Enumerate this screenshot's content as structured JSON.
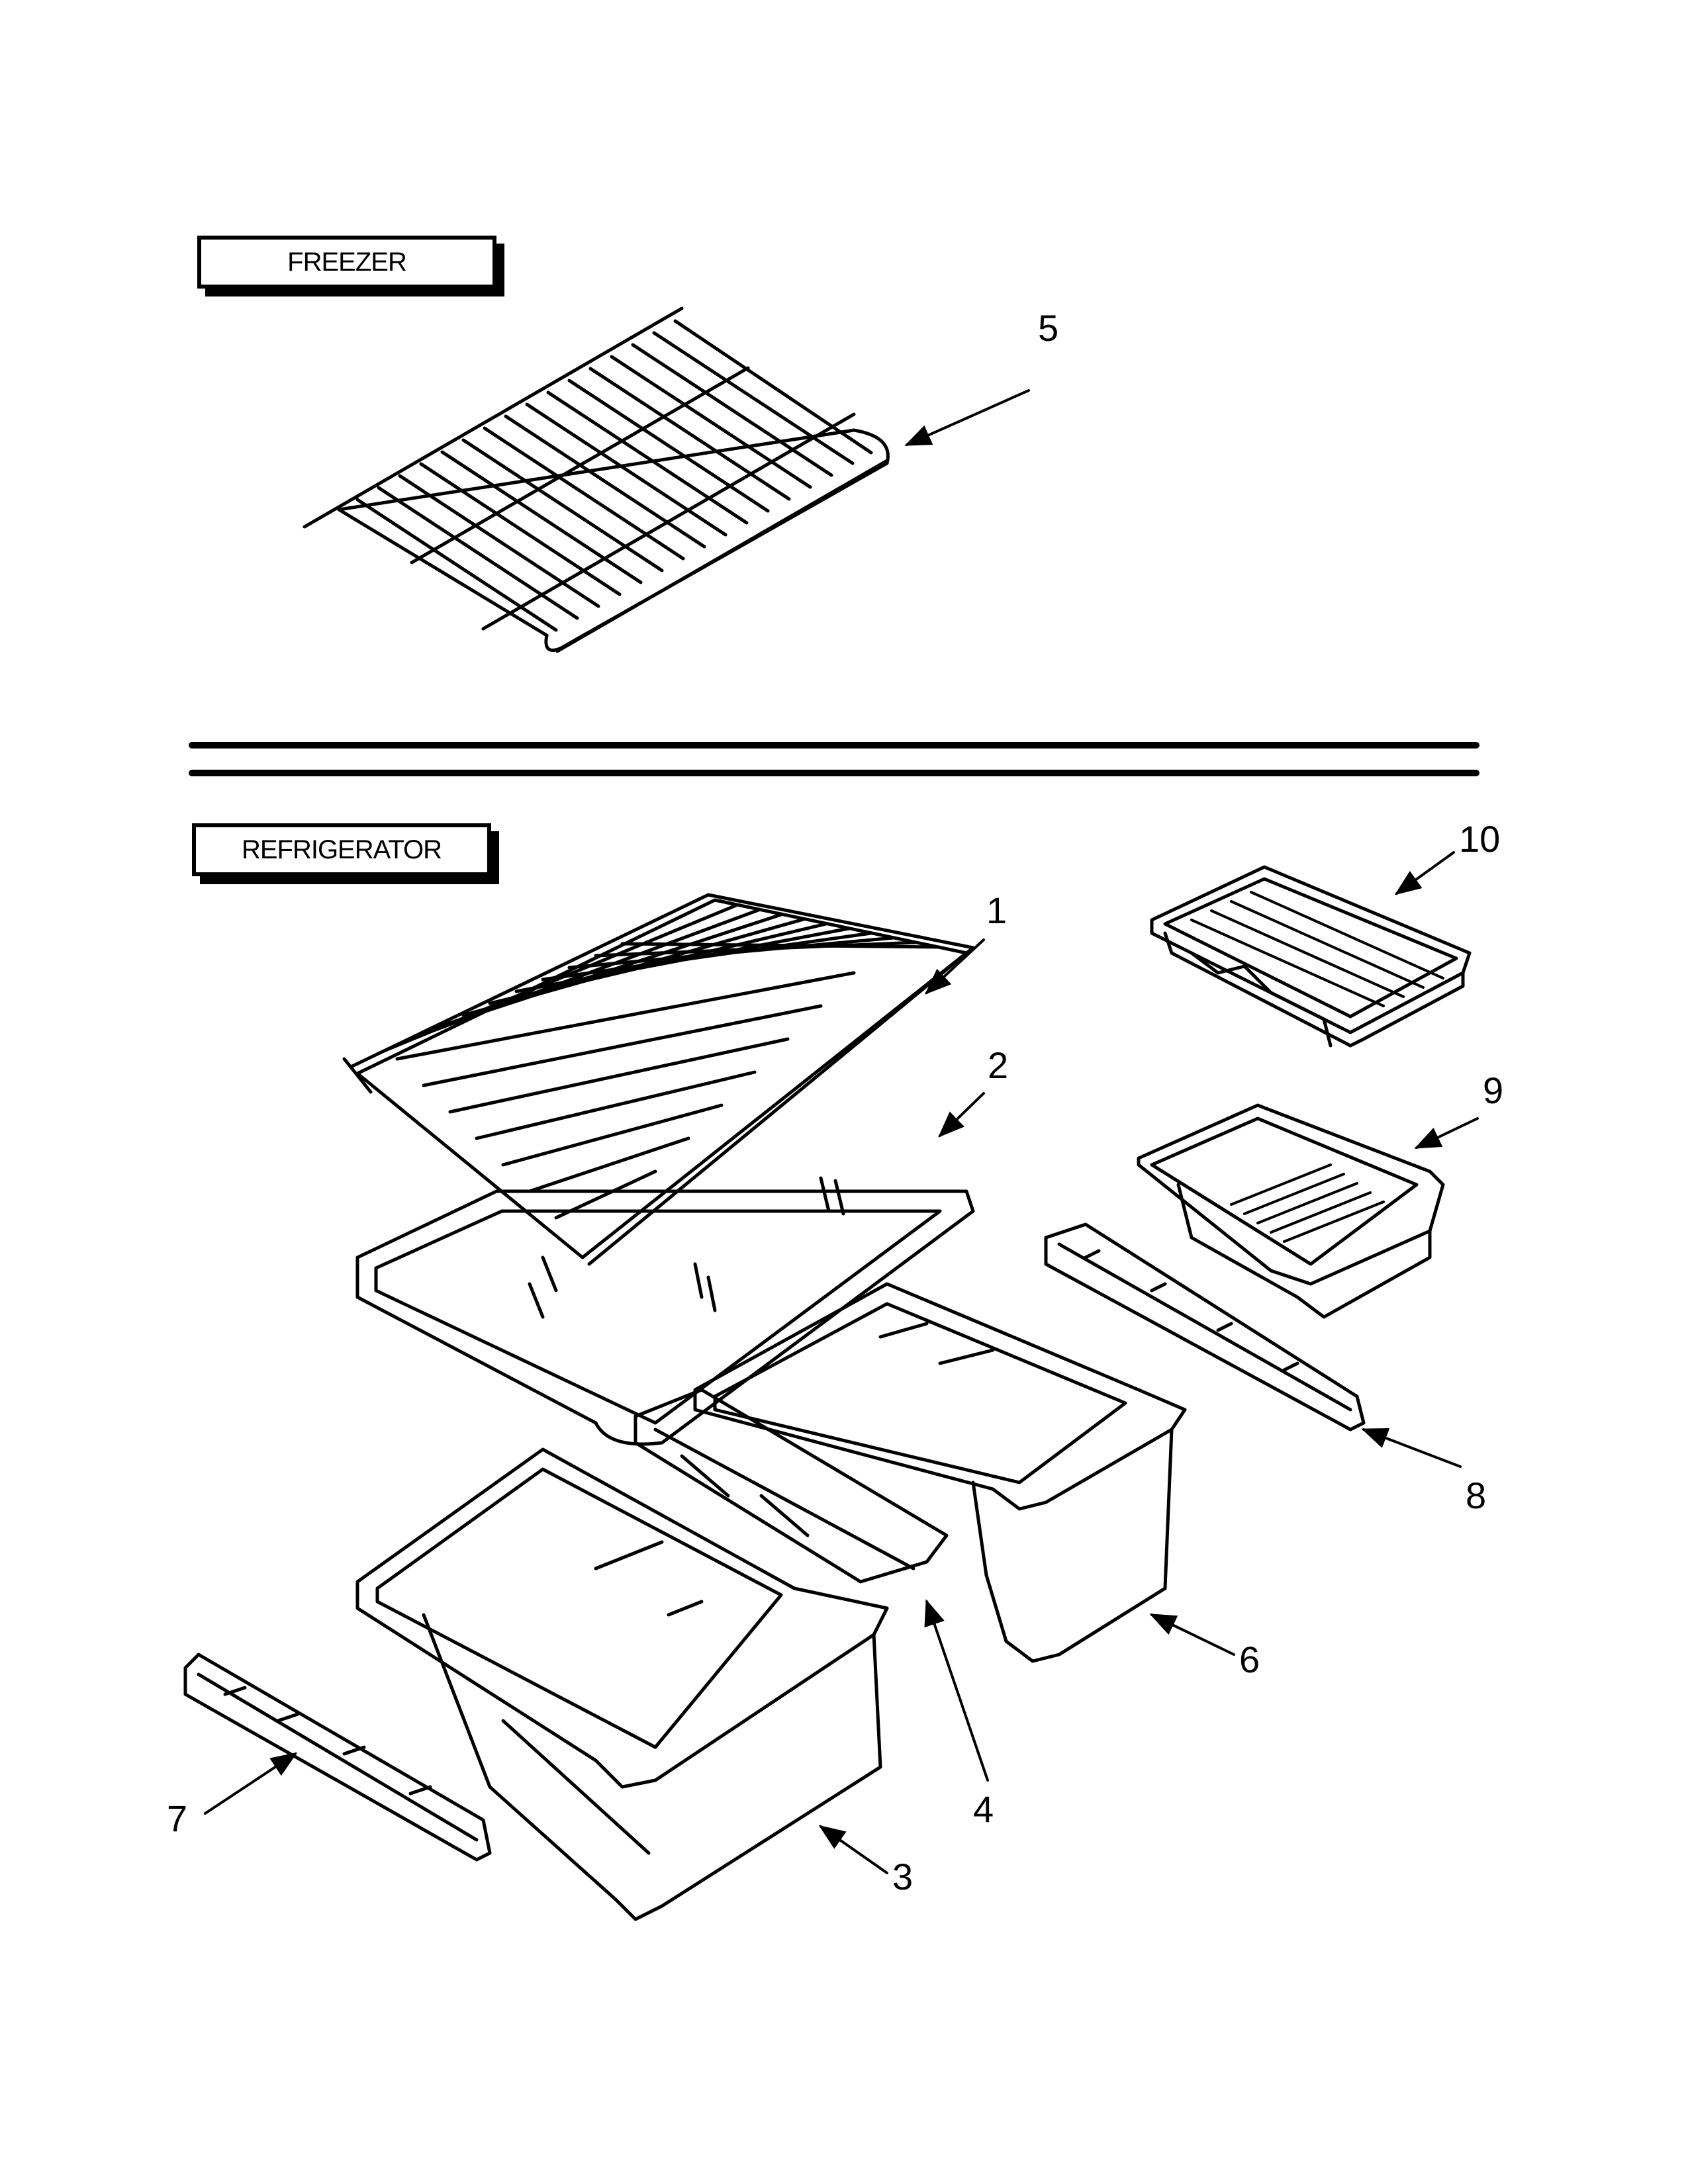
{
  "sections": {
    "freezer": "FREEZER",
    "refrigerator": "REFRIGERATOR"
  },
  "callouts": {
    "c1": "1",
    "c2": "2",
    "c3": "3",
    "c4": "4",
    "c5": "5",
    "c6": "6",
    "c7": "7",
    "c8": "8",
    "c9": "9",
    "c10": "10"
  }
}
